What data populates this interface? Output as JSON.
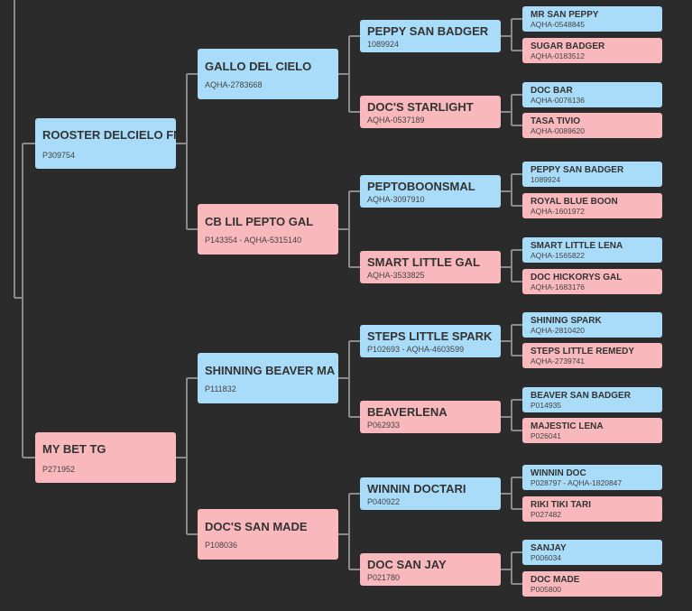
{
  "pedigree": {
    "g1": [
      {
        "name": "ROOSTER DELCIELO FMM",
        "reg": "P309754",
        "type": "sire"
      },
      {
        "name": "MY BET TG",
        "reg": "P271952",
        "type": "dam"
      }
    ],
    "g2": [
      {
        "name": "GALLO DEL CIELO",
        "reg": "AQHA-2783668",
        "type": "sire"
      },
      {
        "name": "CB LIL PEPTO GAL",
        "reg": "P143354 - AQHA-5315140",
        "type": "dam"
      },
      {
        "name": "SHINNING BEAVER MA",
        "reg": "P111832",
        "type": "sire"
      },
      {
        "name": "DOC'S SAN MADE",
        "reg": "P108036",
        "type": "dam"
      }
    ],
    "g3": [
      {
        "name": "PEPPY SAN BADGER",
        "reg": "1089924",
        "type": "sire"
      },
      {
        "name": "DOC'S STARLIGHT",
        "reg": "AQHA-0537189",
        "type": "dam"
      },
      {
        "name": "PEPTOBOONSMAL",
        "reg": "AQHA-3097910",
        "type": "sire"
      },
      {
        "name": "SMART LITTLE GAL",
        "reg": "AQHA-3533825",
        "type": "dam"
      },
      {
        "name": "STEPS LITTLE SPARK",
        "reg": "P102693 - AQHA-4603599",
        "type": "sire"
      },
      {
        "name": "BEAVERLENA",
        "reg": "P062933",
        "type": "dam"
      },
      {
        "name": "WINNIN DOCTARI",
        "reg": "P040922",
        "type": "sire"
      },
      {
        "name": "DOC SAN JAY",
        "reg": "P021780",
        "type": "dam"
      }
    ],
    "g4": [
      {
        "name": "MR SAN PEPPY",
        "reg": "AQHA-0548845",
        "type": "sire"
      },
      {
        "name": "SUGAR BADGER",
        "reg": "AQHA-0183512",
        "type": "dam"
      },
      {
        "name": "DOC BAR",
        "reg": "AQHA-0076136",
        "type": "sire"
      },
      {
        "name": "TASA TIVIO",
        "reg": "AQHA-0089620",
        "type": "dam"
      },
      {
        "name": "PEPPY SAN BADGER",
        "reg": "1089924",
        "type": "sire"
      },
      {
        "name": "ROYAL BLUE BOON",
        "reg": "AQHA-1601972",
        "type": "dam"
      },
      {
        "name": "SMART LITTLE LENA",
        "reg": "AQHA-1565822",
        "type": "sire"
      },
      {
        "name": "DOC HICKORYS GAL",
        "reg": "AQHA-1683176",
        "type": "dam"
      },
      {
        "name": "SHINING SPARK",
        "reg": "AQHA-2810420",
        "type": "sire"
      },
      {
        "name": "STEPS LITTLE REMEDY",
        "reg": "AQHA-2739741",
        "type": "dam"
      },
      {
        "name": "BEAVER SAN BADGER",
        "reg": "P014935",
        "type": "sire"
      },
      {
        "name": "MAJESTIC LENA",
        "reg": "P026041",
        "type": "dam"
      },
      {
        "name": "WINNIN DOC",
        "reg": "P028797 - AQHA-1820847",
        "type": "sire"
      },
      {
        "name": "RIKI TIKI TARI",
        "reg": "P027482",
        "type": "dam"
      },
      {
        "name": "SANJAY",
        "reg": "P006034",
        "type": "sire"
      },
      {
        "name": "DOC MADE",
        "reg": "P005800",
        "type": "dam"
      }
    ]
  },
  "colors": {
    "background": "#2b2b2b",
    "sire": "#a8dcf8",
    "dam": "#f9b8bc",
    "connector": "#8a8a8a"
  }
}
